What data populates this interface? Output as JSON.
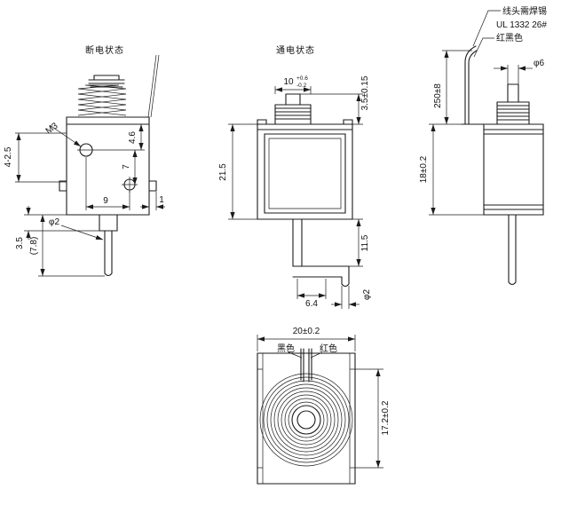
{
  "drawing": {
    "left_view": {
      "title": "断电状态",
      "dim_holes": "4-2.5",
      "dim_thread": "M3",
      "dim_46": "4.6",
      "dim_7": "7",
      "dim_9": "9",
      "dim_1": "1",
      "dim_35": "3.5",
      "dim_78": "(7.8)",
      "dim_pin": "φ2"
    },
    "center_view": {
      "title": "通电状态",
      "dim_stroke": "10",
      "dim_stroke_tol_up": "+0.6",
      "dim_stroke_tol_dn": "-0.2",
      "dim_height": "21.5",
      "dim_head": "3.5±0.15",
      "dim_travel": "11.5",
      "dim_offset": "6.4",
      "dim_pin": "φ2"
    },
    "right_view": {
      "note_solder": "线头需焊锡",
      "note_wire": "UL 1332 26#",
      "note_color": "红黑色",
      "dim_head_dia": "φ6",
      "dim_wire_len": "250±8",
      "dim_body": "18±0.2"
    },
    "bottom_view": {
      "dim_width": "20±0.2",
      "dim_height": "17.2±0.2",
      "label_black": "黑色",
      "label_red": "红色"
    }
  }
}
